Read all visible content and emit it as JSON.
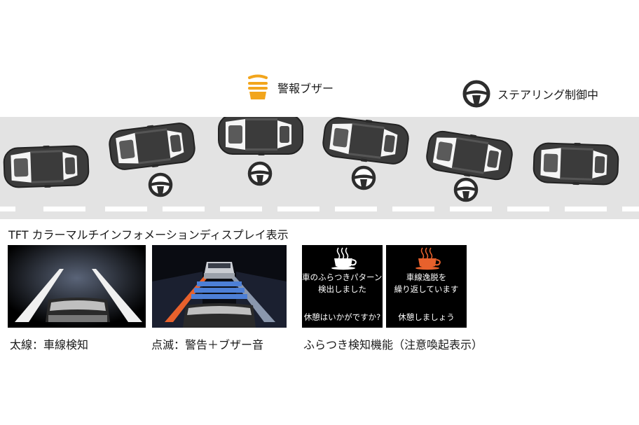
{
  "legend": {
    "buzzer_label": "警報ブザー",
    "steering_label": "ステアリング制御中",
    "buzzer_color": "#f2a51c",
    "steering_color": "#2d2d2d"
  },
  "colors": {
    "road": "#e3e3e3",
    "car_body": "#3b3b3b",
    "warning_stripe": "#e8612c",
    "lane_overlay": "#4d7fd6",
    "cup_white": "#ffffff",
    "cup_orange": "#e8612c"
  },
  "display_section_title": "TFT カラーマルチインフォメーションディスプレイ表示",
  "panels": {
    "sway_detect": {
      "line1": "車のふらつきパターンを",
      "line2": "検出しました",
      "line3": "休憩はいかがですか?"
    },
    "lane_departure": {
      "line1": "車線逸脱を",
      "line2": "繰り返しています",
      "line3": "休憩しましょう"
    }
  },
  "captions": {
    "thick_line": "太線：車線検知",
    "blinking": "点滅：警告＋ブザー音",
    "sway_function": "ふらつき検知機能（注意喚起表示）"
  }
}
